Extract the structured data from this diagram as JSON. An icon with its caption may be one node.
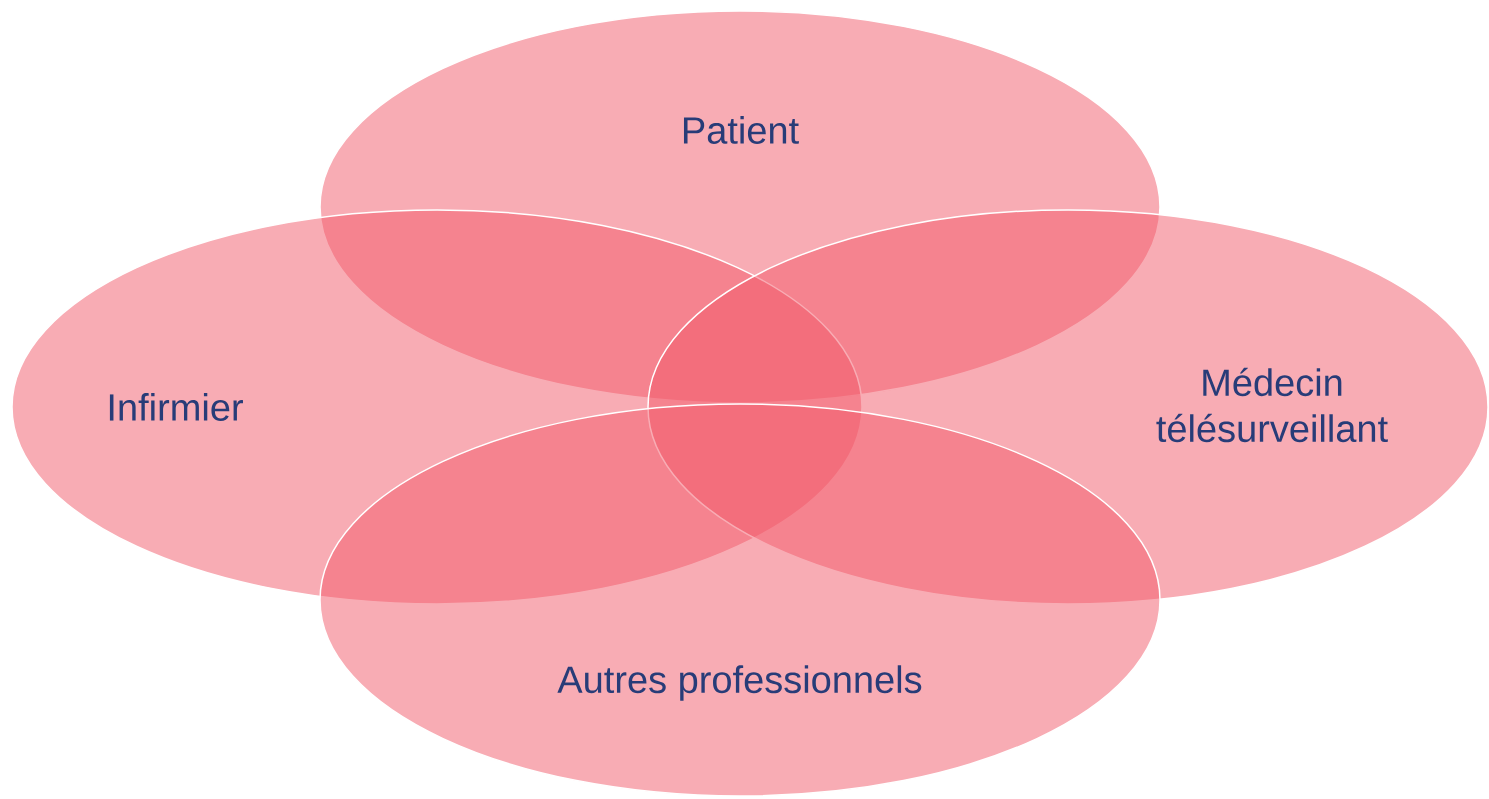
{
  "diagram": {
    "nodes": [
      {
        "text": [
          "Patient"
        ]
      },
      {
        "text": [
          "Infirmier"
        ]
      },
      {
        "text": [
          "Médecin télésurveillant"
        ]
      },
      {
        "text": [
          "Autres professionnels"
        ]
      }
    ]
  }
}
